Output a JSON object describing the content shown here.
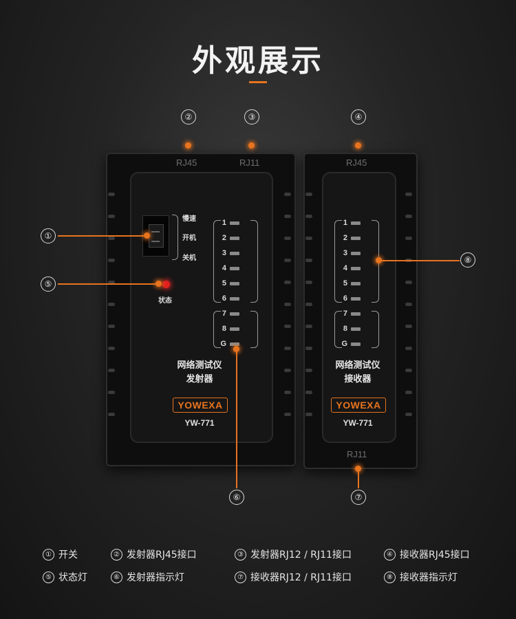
{
  "title": "外观展示",
  "transmitter": {
    "port_top_left": "RJ45",
    "port_top_right": "RJ11",
    "switch": {
      "label_slow": "慢速",
      "label_on": "开机",
      "label_off": "关机"
    },
    "status_label": "状态",
    "name_line1": "网络测试仪",
    "name_line2": "发射器",
    "brand": "YOWEXA",
    "model": "YW-771"
  },
  "receiver": {
    "port_top": "RJ45",
    "port_bottom": "RJ11",
    "name_line1": "网络测试仪",
    "name_line2": "接收器",
    "brand": "YOWEXA",
    "model": "YW-771"
  },
  "led_labels": [
    "1",
    "2",
    "3",
    "4",
    "5",
    "6",
    "7",
    "8",
    "G"
  ],
  "callouts": {
    "c1": "①",
    "c2": "②",
    "c3": "③",
    "c4": "④",
    "c5": "⑤",
    "c6": "⑥",
    "c7": "⑦",
    "c8": "⑧"
  },
  "legend": [
    {
      "num": "①",
      "text": "开关"
    },
    {
      "num": "②",
      "text": "发射器RJ45接口"
    },
    {
      "num": "③",
      "text": "发射器RJ12 / RJ11接口"
    },
    {
      "num": "④",
      "text": "接收器RJ45接口"
    },
    {
      "num": "⑤",
      "text": "状态灯"
    },
    {
      "num": "⑥",
      "text": "发射器指示灯"
    },
    {
      "num": "⑦",
      "text": "接收器RJ12 / RJ11接口"
    },
    {
      "num": "⑧",
      "text": "接收器指示灯"
    }
  ],
  "colors": {
    "accent": "#e8741e",
    "status_led": "#e02020"
  }
}
